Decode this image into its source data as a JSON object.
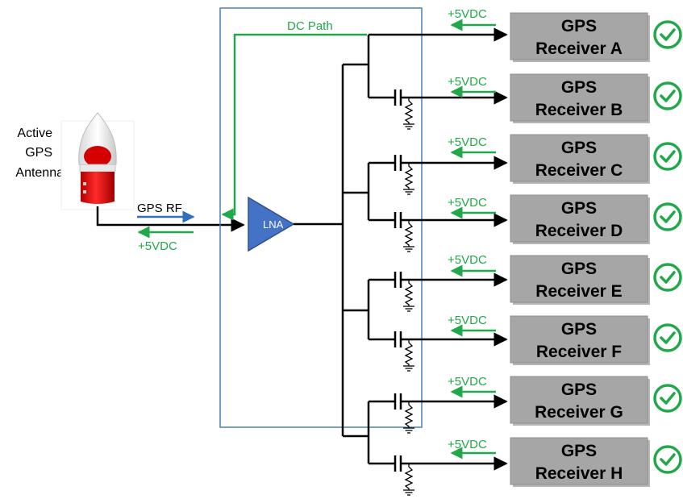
{
  "antenna": {
    "label_lines": [
      "Active",
      "GPS",
      "Antenna"
    ],
    "icon": "gps-antenna-icon"
  },
  "signals": {
    "rf_label": "GPS RF",
    "dc_label": "+5VDC",
    "dc_path_label": "DC Path"
  },
  "lna": {
    "label": "LNA"
  },
  "receivers": [
    {
      "title": "GPS",
      "name": "Receiver A",
      "supply": "+5VDC",
      "dc_blocked": false,
      "status": "ok"
    },
    {
      "title": "GPS",
      "name": "Receiver B",
      "supply": "+5VDC",
      "dc_blocked": true,
      "status": "ok"
    },
    {
      "title": "GPS",
      "name": "Receiver C",
      "supply": "+5VDC",
      "dc_blocked": true,
      "status": "ok"
    },
    {
      "title": "GPS",
      "name": "Receiver D",
      "supply": "+5VDC",
      "dc_blocked": true,
      "status": "ok"
    },
    {
      "title": "GPS",
      "name": "Receiver E",
      "supply": "+5VDC",
      "dc_blocked": true,
      "status": "ok"
    },
    {
      "title": "GPS",
      "name": "Receiver F",
      "supply": "+5VDC",
      "dc_blocked": true,
      "status": "ok"
    },
    {
      "title": "GPS",
      "name": "Receiver G",
      "supply": "+5VDC",
      "dc_blocked": true,
      "status": "ok"
    },
    {
      "title": "GPS",
      "name": "Receiver H",
      "supply": "+5VDC",
      "dc_blocked": true,
      "status": "ok"
    }
  ],
  "colors": {
    "dc_green": "#21a84a",
    "rf_blue": "#2e6fc0",
    "splitter_border": "#4a7fb5",
    "lna_fill": "#4472c4",
    "lna_stroke": "#2f528f",
    "receiver_fill": "#a6a6a6",
    "check_green": "#22a84a",
    "wire": "#000000"
  }
}
